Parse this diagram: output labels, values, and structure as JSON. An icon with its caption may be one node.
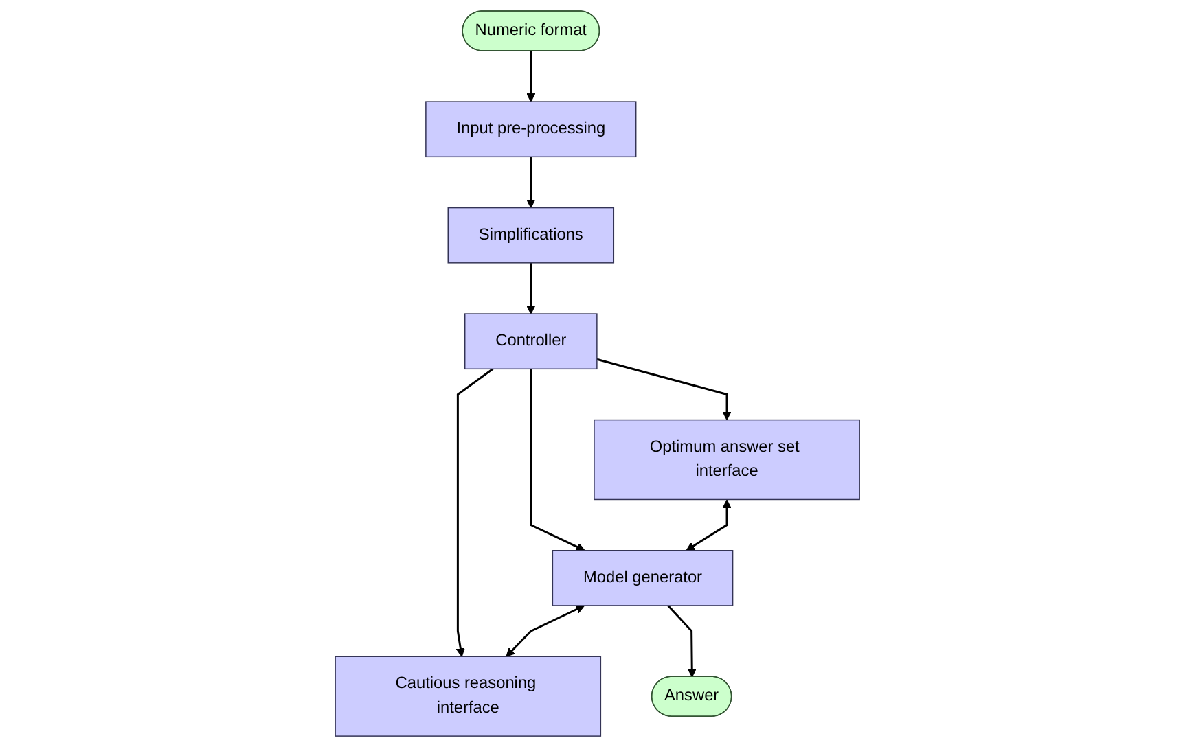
{
  "diagram": {
    "nodes": [
      {
        "text": [
          "Numeric format"
        ]
      },
      {
        "text": [
          "Input pre-processing"
        ]
      },
      {
        "text": [
          "Simplifications"
        ]
      },
      {
        "text": [
          "Controller"
        ]
      },
      {
        "text": [
          "Optimum answer set interface"
        ]
      },
      {
        "text": [
          "Model generator"
        ]
      },
      {
        "text": [
          "Cautious reasoning interface"
        ]
      },
      {
        "text": [
          "Answer"
        ]
      }
    ],
    "edges": [
      {
        "from": 0,
        "to": 1,
        "arrow": "to"
      },
      {
        "from": 1,
        "to": 2,
        "arrow": "to"
      },
      {
        "from": 2,
        "to": 3,
        "arrow": "to"
      },
      {
        "from": 3,
        "to": 4,
        "arrow": "to"
      },
      {
        "from": 3,
        "to": 5,
        "arrow": "to"
      },
      {
        "from": 3,
        "to": 6,
        "arrow": "to"
      },
      {
        "from": 4,
        "to": 5,
        "arrow": "both"
      },
      {
        "from": 5,
        "to": 6,
        "arrow": "both"
      },
      {
        "from": 5,
        "to": 7,
        "arrow": "to"
      }
    ]
  }
}
